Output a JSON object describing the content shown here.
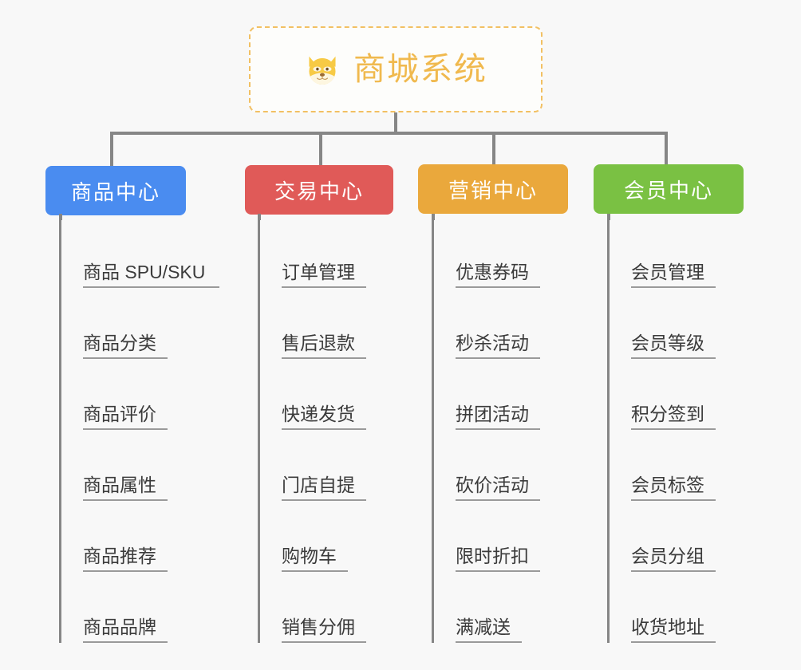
{
  "background_color": "#f8f8f8",
  "root": {
    "icon": "dog-face-emoji",
    "title": "商城系统",
    "border_color": "#f2c063",
    "text_color": "#f0b94e"
  },
  "branches": [
    {
      "id": "product-center",
      "label": "商品中心",
      "color": "#4a8cf0",
      "items": [
        "商品 SPU/SKU",
        "商品分类",
        "商品评价",
        "商品属性",
        "商品推荐",
        "商品品牌"
      ]
    },
    {
      "id": "trade-center",
      "label": "交易中心",
      "color": "#e05a58",
      "items": [
        "订单管理",
        "售后退款",
        "快递发货",
        "门店自提",
        "购物车",
        "销售分佣"
      ]
    },
    {
      "id": "marketing-center",
      "label": "营销中心",
      "color": "#eaa83c",
      "items": [
        "优惠券码",
        "秒杀活动",
        "拼团活动",
        "砍价活动",
        "限时折扣",
        "满减送"
      ]
    },
    {
      "id": "member-center",
      "label": "会员中心",
      "color": "#7ac143",
      "items": [
        "会员管理",
        "会员等级",
        "积分签到",
        "会员标签",
        "会员分组",
        "收货地址"
      ]
    }
  ],
  "connector_color": "#868686",
  "leaf_underline_color": "#9a9a9a",
  "leaf_text_color": "#3b3b3b"
}
